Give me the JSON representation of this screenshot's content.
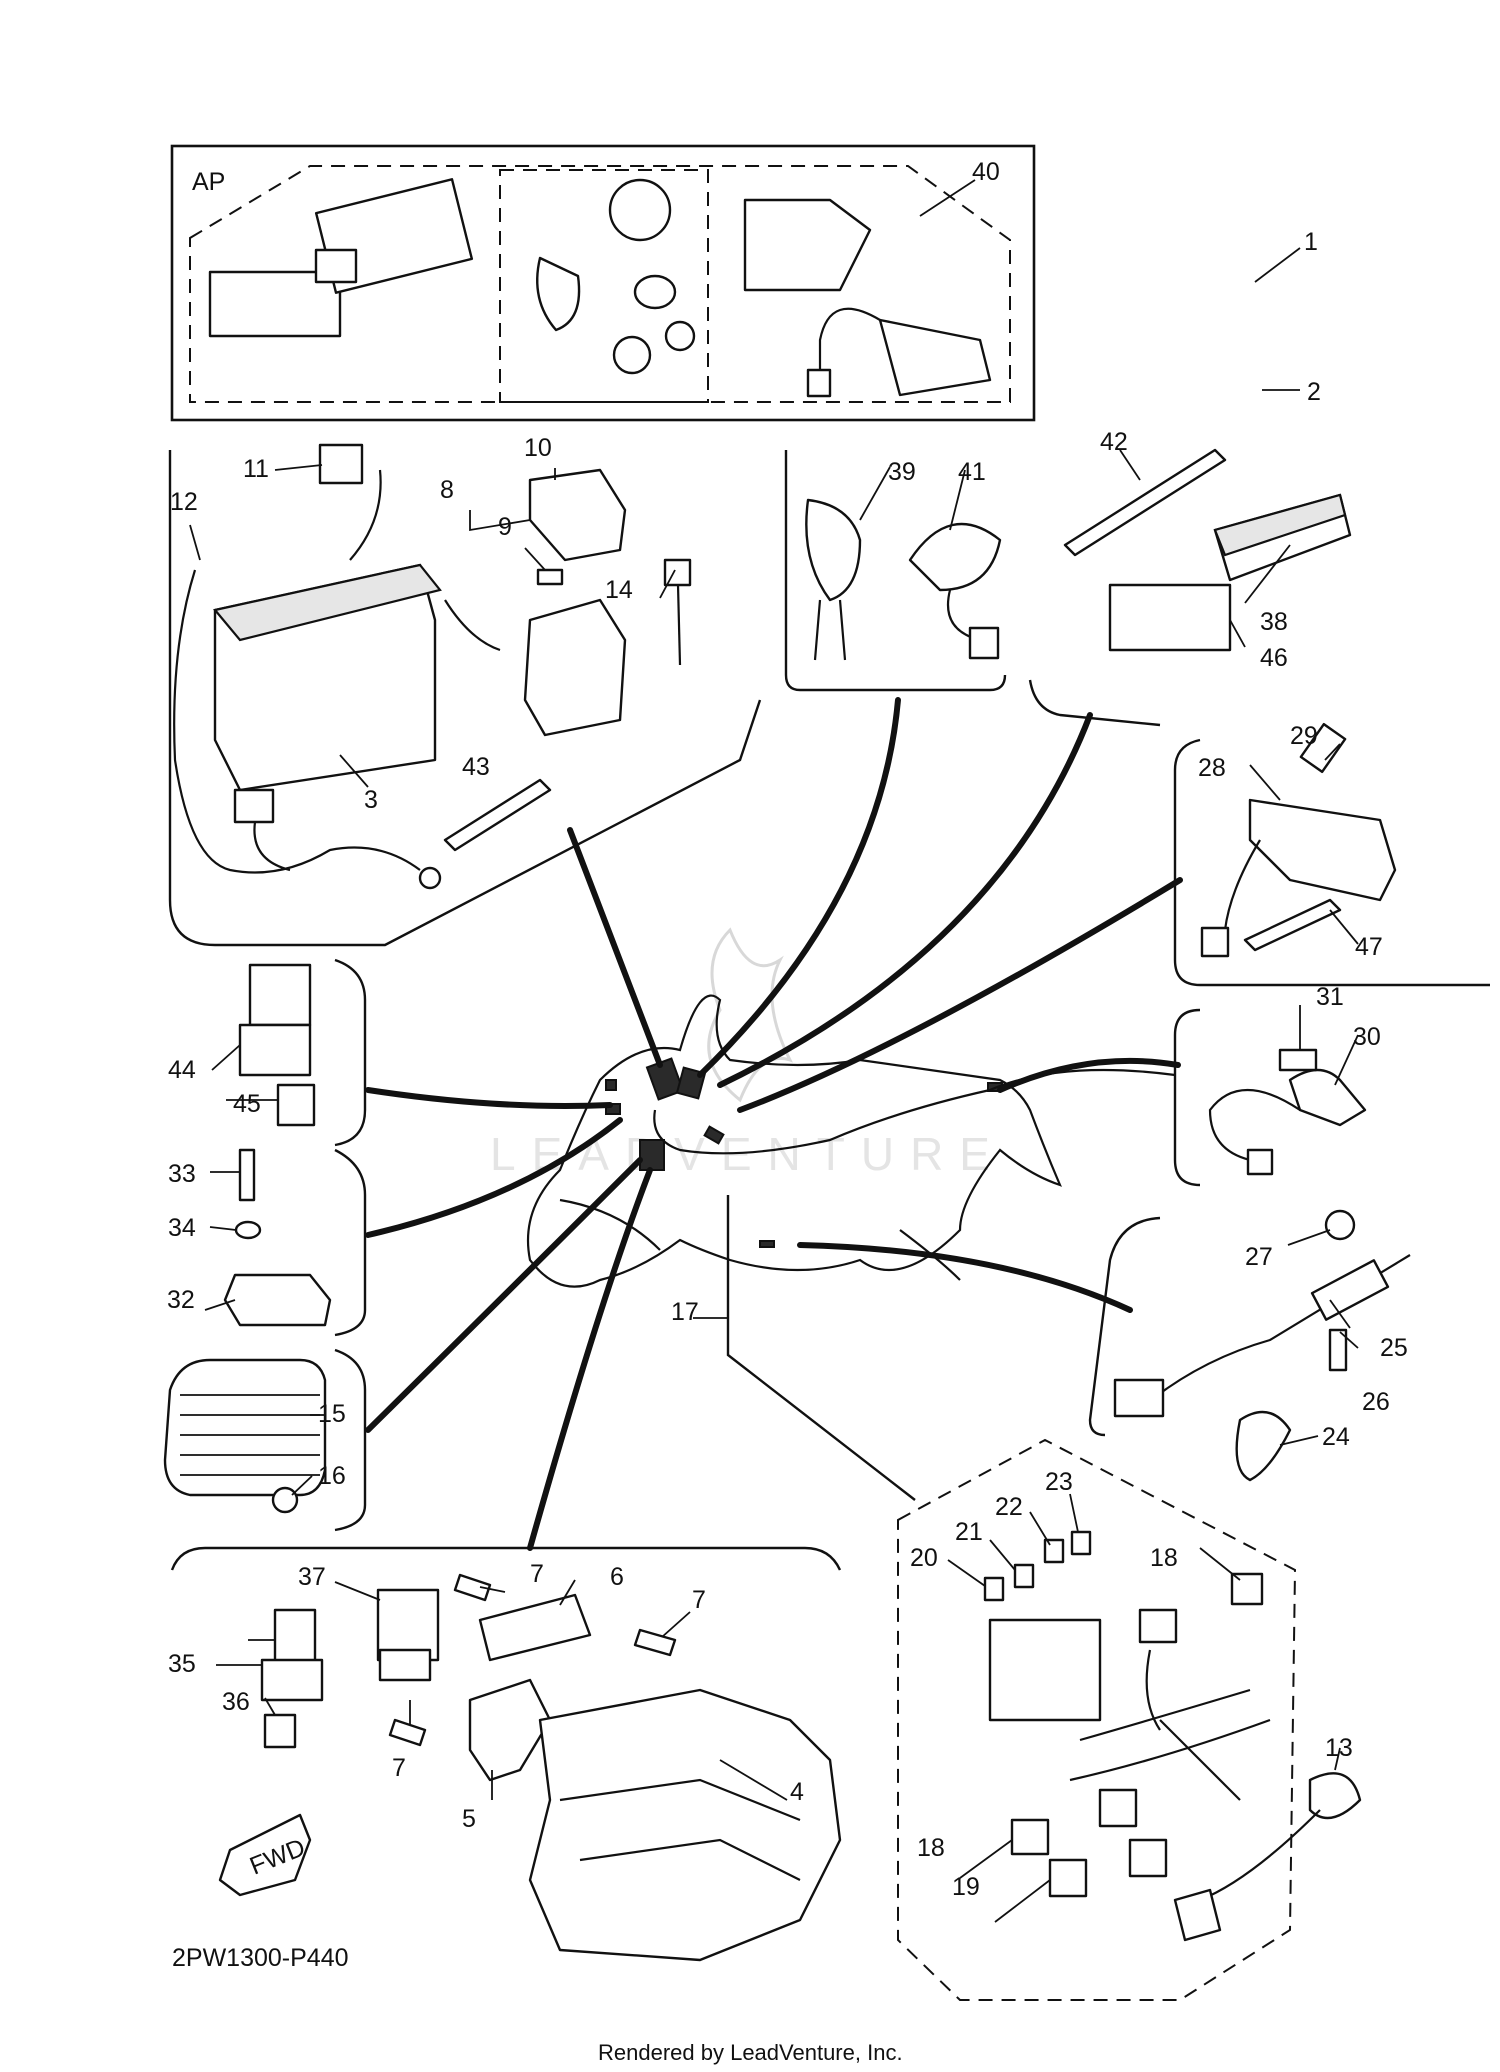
{
  "diagram": {
    "group_label": "AP",
    "drawing_code": "2PW1300-P440",
    "watermark": "LEADVENTURE",
    "direction_label": "FWD",
    "footer": "Rendered by LeadVenture, Inc.",
    "callouts": [
      "1",
      "2",
      "3",
      "4",
      "5",
      "6",
      "7",
      "8",
      "9",
      "10",
      "11",
      "12",
      "13",
      "14",
      "15",
      "16",
      "17",
      "18",
      "19",
      "20",
      "21",
      "22",
      "23",
      "24",
      "25",
      "26",
      "27",
      "28",
      "29",
      "30",
      "31",
      "32",
      "33",
      "34",
      "35",
      "36",
      "37",
      "38",
      "39",
      "40",
      "41",
      "42",
      "43",
      "44",
      "45",
      "46",
      "47"
    ]
  }
}
